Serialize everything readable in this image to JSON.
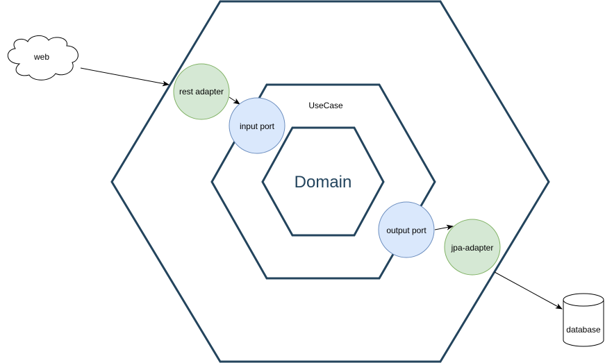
{
  "diagram": {
    "outer_layer": {},
    "usecase_layer": {
      "label": "UseCase"
    },
    "domain_layer": {
      "label": "Domain"
    },
    "nodes": {
      "web": {
        "label": "web",
        "shape": "cloud"
      },
      "rest_adapter": {
        "label": "rest adapter",
        "kind": "adapter"
      },
      "input_port": {
        "label": "input port",
        "kind": "port"
      },
      "output_port": {
        "label": "output port",
        "kind": "port"
      },
      "jpa_adapter": {
        "label": "jpa-adapter",
        "kind": "adapter"
      },
      "database": {
        "label": "database",
        "shape": "cylinder"
      }
    },
    "edges": [
      {
        "from": "web",
        "to": "rest_adapter"
      },
      {
        "from": "rest_adapter",
        "to": "input_port"
      },
      {
        "from": "output_port",
        "to": "jpa_adapter"
      },
      {
        "from": "jpa_adapter",
        "to": "database"
      }
    ],
    "colors": {
      "hexagon_stroke": "#23445d",
      "adapter_fill": "#d5e8d4",
      "adapter_stroke": "#82b366",
      "port_fill": "#dae8fc",
      "port_stroke": "#6c8ebf",
      "edge": "#000000"
    }
  }
}
